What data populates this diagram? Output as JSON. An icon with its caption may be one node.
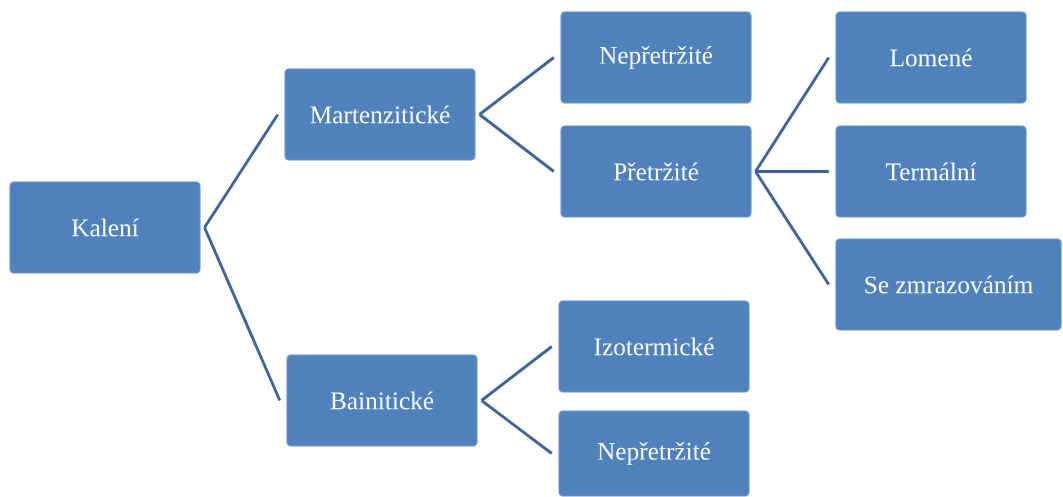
{
  "diagram": {
    "nodes": [
      {
        "text": [
          "Kalení"
        ]
      },
      {
        "text": [
          "Martenzitické"
        ]
      },
      {
        "text": [
          "Nepřetržité"
        ]
      },
      {
        "text": [
          "Přetržité"
        ]
      },
      {
        "text": [
          "Lomené"
        ]
      },
      {
        "text": [
          "Termální"
        ]
      },
      {
        "text": [
          "Se zmrazováním"
        ]
      },
      {
        "text": [
          "Bainitické"
        ]
      },
      {
        "text": [
          "Izotermické"
        ]
      },
      {
        "text": [
          "Nepřetržité"
        ]
      }
    ],
    "edges": [
      {
        "from": 0,
        "to": 1,
        "arrow": "none"
      },
      {
        "from": 0,
        "to": 7,
        "arrow": "none"
      },
      {
        "from": 1,
        "to": 2,
        "arrow": "none"
      },
      {
        "from": 1,
        "to": 3,
        "arrow": "none"
      },
      {
        "from": 3,
        "to": 4,
        "arrow": "none"
      },
      {
        "from": 3,
        "to": 5,
        "arrow": "none"
      },
      {
        "from": 3,
        "to": 6,
        "arrow": "none"
      },
      {
        "from": 7,
        "to": 8,
        "arrow": "none"
      },
      {
        "from": 7,
        "to": 9,
        "arrow": "none"
      }
    ]
  }
}
